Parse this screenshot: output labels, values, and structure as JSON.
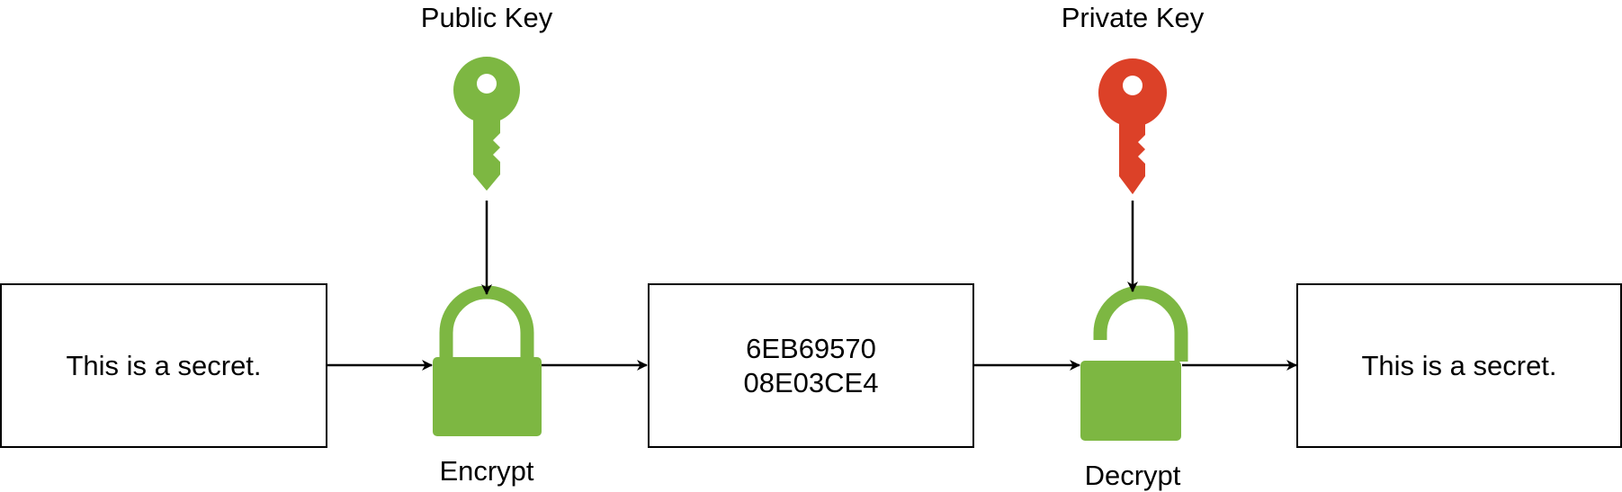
{
  "labels": {
    "public_key": "Public Key",
    "private_key": "Private Key",
    "encrypt": "Encrypt",
    "decrypt": "Decrypt"
  },
  "boxes": {
    "plaintext_in": "This is a secret.",
    "ciphertext_line1": "6EB69570",
    "ciphertext_line2": "08E03CE4",
    "plaintext_out": "This is a secret."
  },
  "icons": {
    "public_key": "key-icon",
    "private_key": "key-icon",
    "encrypt": "lock-closed-icon",
    "decrypt": "lock-open-icon"
  },
  "colors": {
    "public_key": "#7db742",
    "private_key": "#dc4128",
    "lock": "#7db742",
    "stroke": "#000000"
  }
}
